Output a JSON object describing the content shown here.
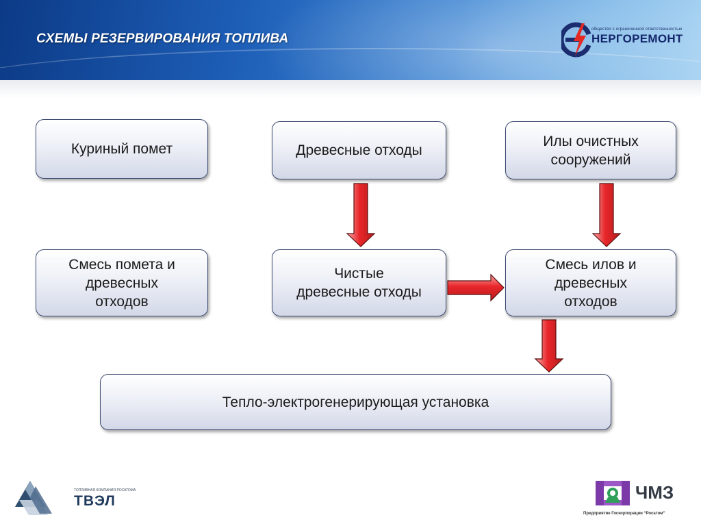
{
  "header": {
    "title": "СХЕМЫ РЕЗЕРВИРОВАНИЯ ТОПЛИВА",
    "logo_top": {
      "small_text": "общество с ограниченной ответственностью",
      "name": "НЕРГОРЕМОНТ"
    }
  },
  "diagram": {
    "nodes": {
      "chicken": [
        "Куриный помет"
      ],
      "wood": [
        "Древесные отходы"
      ],
      "sludge": [
        "Илы очистных",
        "сооружений"
      ],
      "mix1": [
        "Смесь помета и",
        "древесных",
        "отходов"
      ],
      "clean": [
        "Чистые",
        "древесные отходы"
      ],
      "mix2": [
        "Смесь илов и",
        "древесных",
        "отходов"
      ],
      "plant": [
        "Тепло-электрогенерирующая установка"
      ]
    },
    "edges": [
      {
        "from": "wood",
        "to": "clean"
      },
      {
        "from": "sludge",
        "to": "mix2"
      },
      {
        "from": "clean",
        "to": "mix2"
      },
      {
        "from": "mix2",
        "to": "plant"
      }
    ],
    "arrow_color": "#e8262a"
  },
  "footer": {
    "left_logo": {
      "small_text": "ТОПЛИВНАЯ КОМПАНИЯ РОСАТОМА",
      "name": "ТВЭЛ"
    },
    "right_logo": {
      "name": "ЧМЗ",
      "subtitle": "Предприятие Госкорпорации “Росатом”"
    }
  }
}
